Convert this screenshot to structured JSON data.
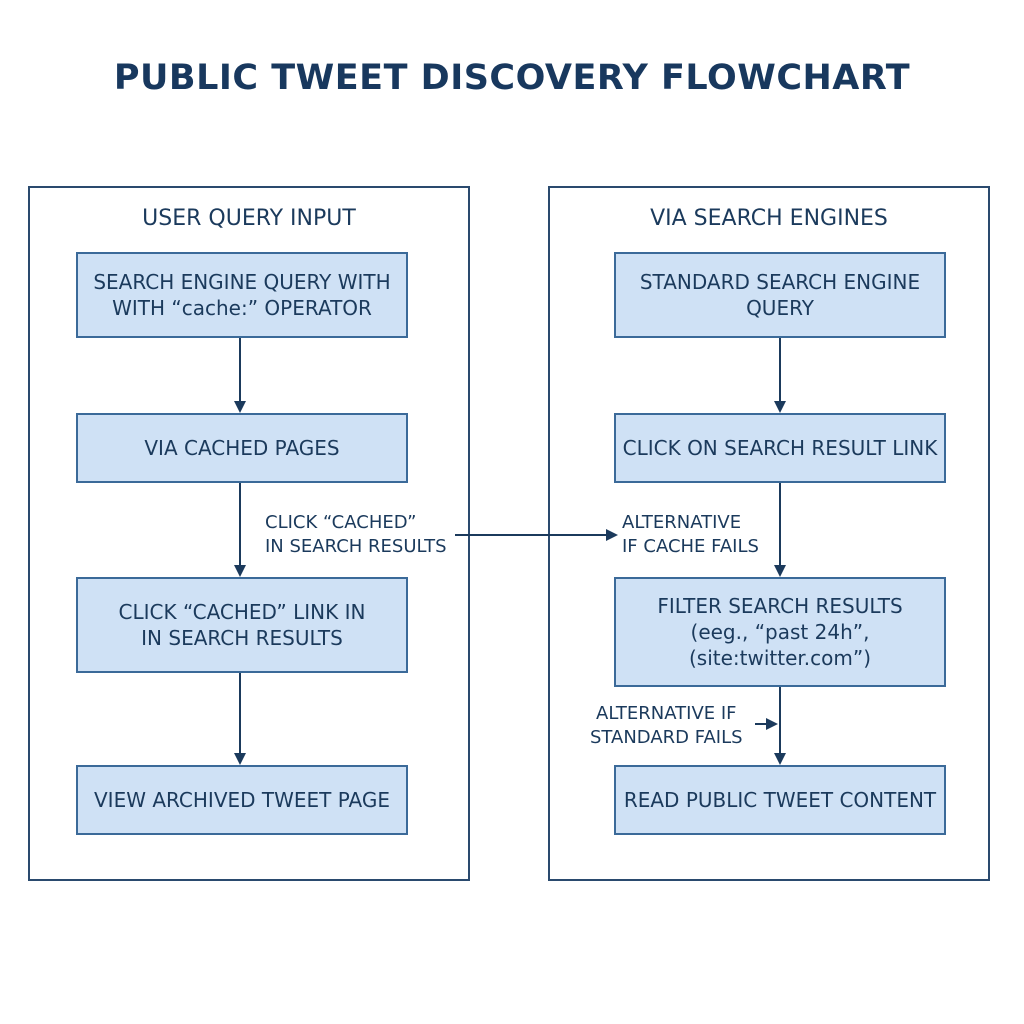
{
  "title": "PUBLIC TWEET DISCOVERY FLOWCHART",
  "colors": {
    "box_fill": "#cfe1f5",
    "box_border": "#3b6a99",
    "line": "#1b3a5c"
  },
  "left_panel": {
    "heading": "USER QUERY INPUT",
    "boxes": [
      {
        "lines": [
          "SEARCH ENGINE QUERY WITH",
          "WITH “cache:” OPERATOR"
        ]
      },
      {
        "lines": [
          "VIA CACHED PAGES"
        ]
      },
      {
        "lines": [
          "CLICK “CACHED” LINK IN",
          "IN SEARCH RESULTS"
        ]
      },
      {
        "lines": [
          "VIEW ARCHIVED TWEET PAGE"
        ]
      }
    ],
    "edge_label": {
      "lines": [
        "CLICK “CACHED”",
        "IN SEARCH RESULTS"
      ]
    }
  },
  "right_panel": {
    "heading": "VIA SEARCH ENGINES",
    "boxes": [
      {
        "lines": [
          "STANDARD SEARCH ENGINE",
          "QUERY"
        ]
      },
      {
        "lines": [
          "CLICK ON SEARCH RESULT LINK"
        ]
      },
      {
        "lines": [
          "FILTER SEARCH RESULTS",
          "(eeg., “past 24h”,",
          "(site:twitter.com”)"
        ]
      },
      {
        "lines": [
          "READ PUBLIC TWEET CONTENT"
        ]
      }
    ],
    "edge_labels": [
      {
        "lines": [
          "ALTERNATIVE",
          "IF CACHE FAILS"
        ]
      },
      {
        "lines": [
          "ALTERNATIVE IF",
          "STANDARD FAILS"
        ]
      }
    ]
  }
}
